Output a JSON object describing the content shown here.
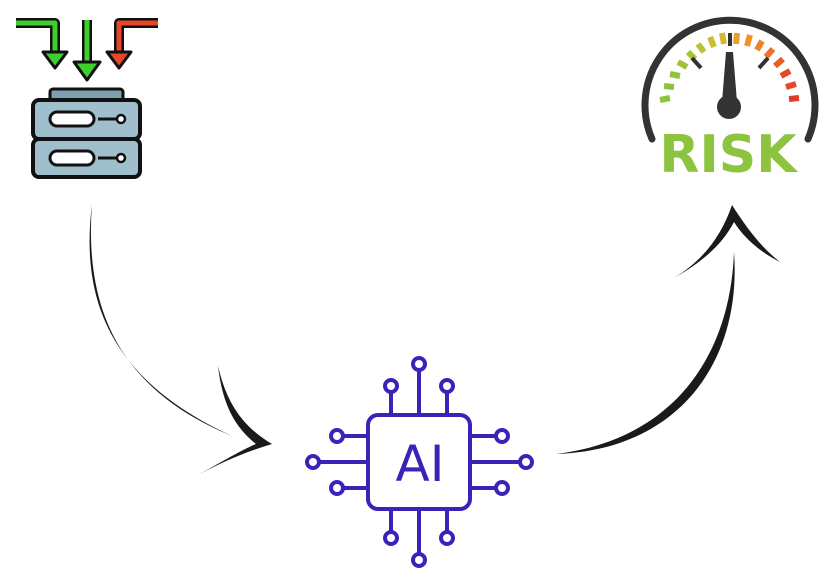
{
  "diagram": {
    "nodes": [
      {
        "id": "data-source",
        "icon": "server-with-inputs-icon",
        "label": ""
      },
      {
        "id": "ai-processor",
        "icon": "ai-chip-icon",
        "label": "AI"
      },
      {
        "id": "risk-gauge",
        "icon": "risk-gauge-icon",
        "label": "RISK"
      }
    ],
    "edges": [
      {
        "from": "data-source",
        "to": "ai-processor"
      },
      {
        "from": "ai-processor",
        "to": "risk-gauge"
      }
    ]
  },
  "colors": {
    "arrow_green": "#3ecf2f",
    "arrow_red": "#e8462a",
    "server_body": "#9fbfcc",
    "server_dark": "#7d9fae",
    "outline": "#111111",
    "ai_purple": "#3c22b8",
    "risk_green": "#8cc43f",
    "gauge_dark": "#333333",
    "curve_arrow": "#1a1a1a"
  }
}
